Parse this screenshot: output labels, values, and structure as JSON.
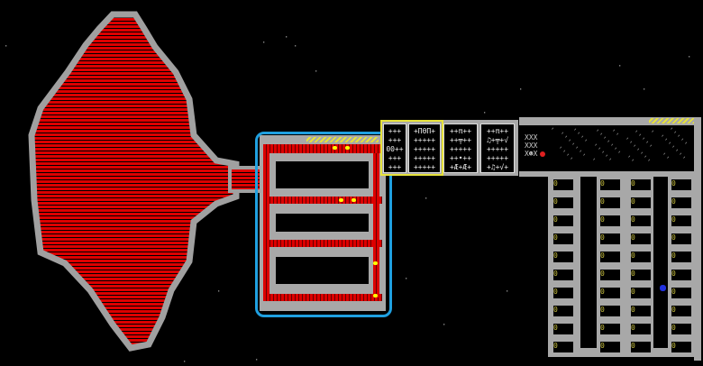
{
  "colors": {
    "background": "#000000",
    "wall": "#a8a8a8",
    "floor_accent": "#e6e23c",
    "farm_red": "#dd0000",
    "selection_blue": "#1fa0e0",
    "dwarf_red": "#e02020",
    "dwarf_blue": "#2030e0"
  },
  "icons": {
    "star": "star-glyph",
    "bed": "bed-icon",
    "door": "door-icon",
    "dwarf": "dwarf-smiley-icon",
    "gear": "mechanism-icon"
  },
  "workshops": [
    {
      "rows": "+++\n+++\n00++\n+++\n+++"
    },
    {
      "rows": "+ΠθΠ+\n+++++\n+++++\n+++++\n+++++"
    },
    {
      "rows": "++π++\n++╤++\n+++++\n++•++\n+Æ+Æ+"
    },
    {
      "rows": "++π++\n♫+╤+√\n+++++\n+++++\n+♫+√+"
    }
  ],
  "stockpile_glyphs": "XXX\nXXX\nX☻X",
  "room_glyph": "0"
}
